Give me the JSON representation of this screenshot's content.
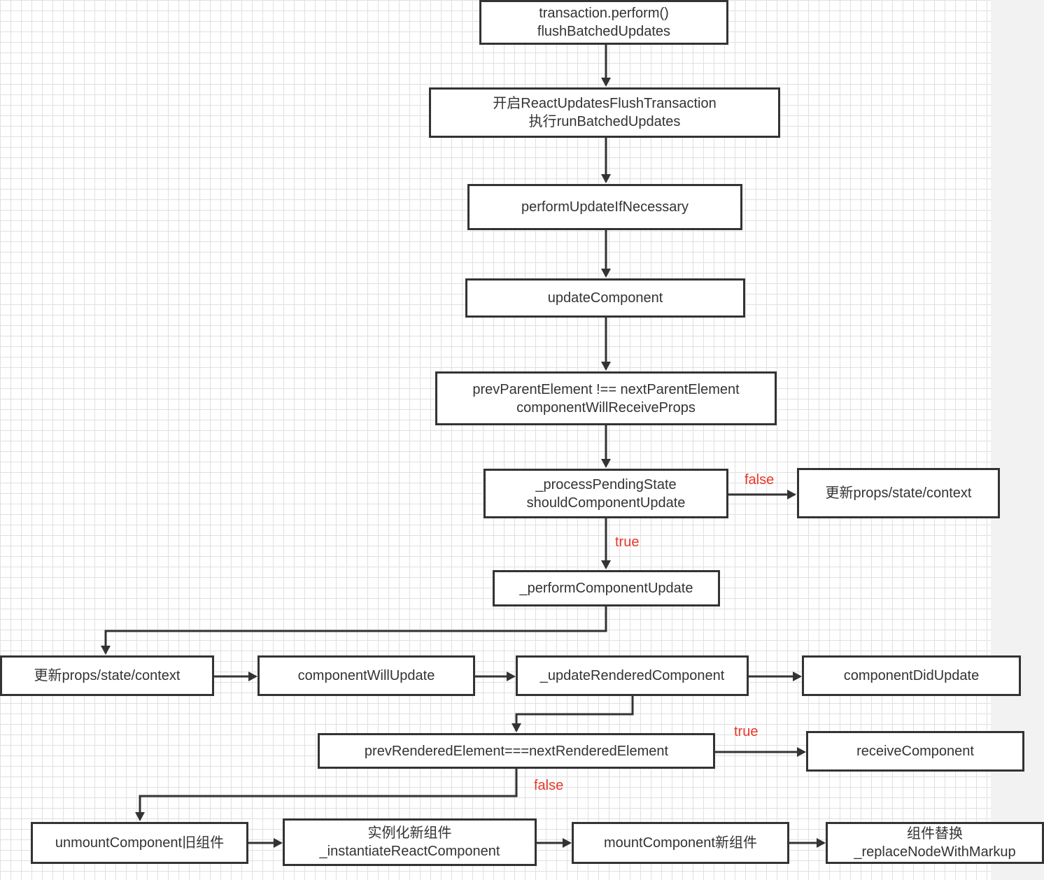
{
  "nodes": {
    "transaction_perform": {
      "line1": "transaction.perform()",
      "line2": "flushBatchedUpdates"
    },
    "open_flush_transaction": {
      "line1": "开启ReactUpdatesFlushTransaction",
      "line2": "执行runBatchedUpdates"
    },
    "perform_update_if_necessary": {
      "line1": "performUpdateIfNecessary"
    },
    "update_component": {
      "line1": "updateComponent"
    },
    "prev_parent_element": {
      "line1": "prevParentElement !== nextParentElement",
      "line2": "componentWillReceiveProps"
    },
    "process_pending_state": {
      "line1": "_processPendingState",
      "line2": "shouldComponentUpdate"
    },
    "update_props_right": {
      "line1": "更新props/state/context"
    },
    "perform_component_update": {
      "line1": "_performComponentUpdate"
    },
    "update_props_left": {
      "line1": "更新props/state/context"
    },
    "component_will_update": {
      "line1": "componentWillUpdate"
    },
    "update_rendered_component": {
      "line1": "_updateRenderedComponent"
    },
    "component_did_update": {
      "line1": "componentDidUpdate"
    },
    "prev_rendered_element": {
      "line1": "prevRenderedElement===nextRenderedElement"
    },
    "receive_component": {
      "line1": "receiveComponent"
    },
    "unmount_component": {
      "line1": "unmountComponent旧组件"
    },
    "instantiate_component": {
      "line1": "实例化新组件",
      "line2": "_instantiateReactComponent"
    },
    "mount_component": {
      "line1": "mountComponent新组件"
    },
    "replace_node": {
      "line1": "组件替换",
      "line2": "_replaceNodeWithMarkup"
    }
  },
  "edge_labels": {
    "scu_false": "false",
    "scu_true": "true",
    "rendered_true": "true",
    "rendered_false": "false"
  },
  "colors": {
    "stroke": "#333333",
    "text": "#333333",
    "edge_label": "#e8372a",
    "grid": "#e0e0e0"
  }
}
